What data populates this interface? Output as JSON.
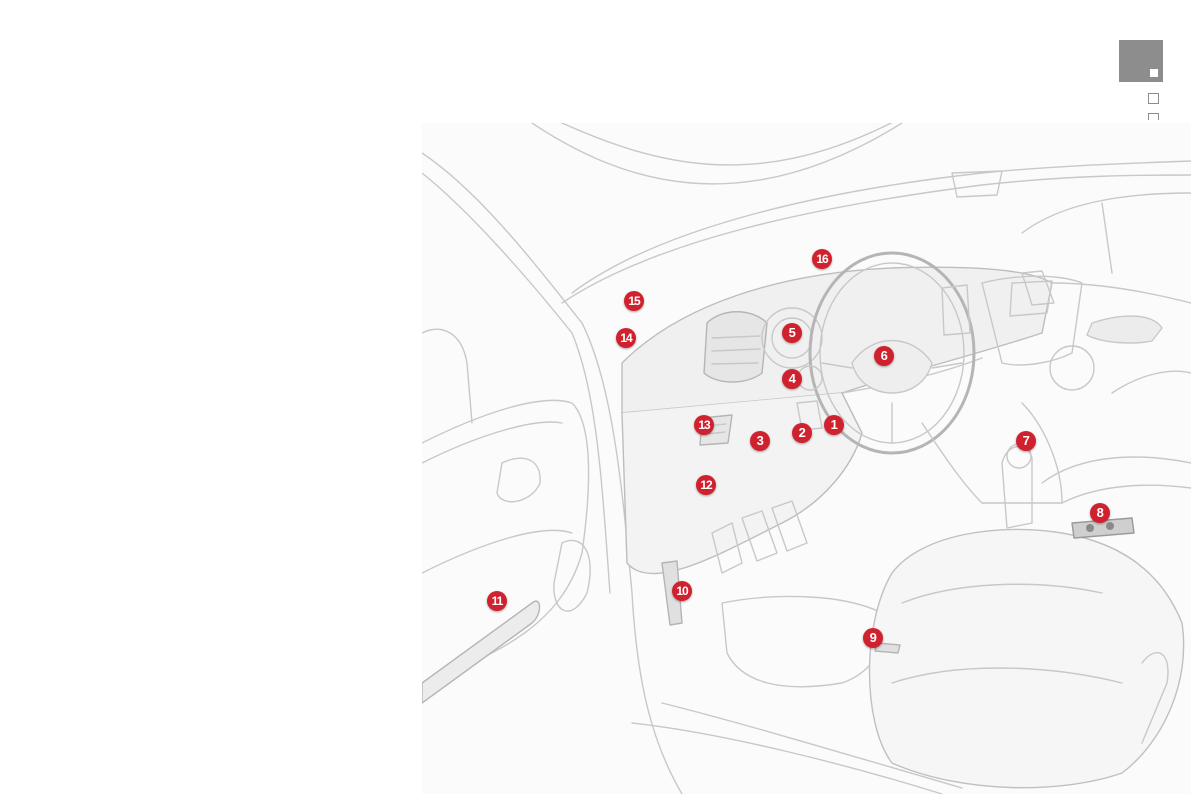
{
  "diagram": {
    "callouts": [
      {
        "id": "1",
        "label": "1"
      },
      {
        "id": "2",
        "label": "2"
      },
      {
        "id": "3",
        "label": "3"
      },
      {
        "id": "4",
        "label": "4"
      },
      {
        "id": "5",
        "label": "5"
      },
      {
        "id": "6",
        "label": "6"
      },
      {
        "id": "7",
        "label": "7"
      },
      {
        "id": "8",
        "label": "8"
      },
      {
        "id": "9",
        "label": "9"
      },
      {
        "id": "10",
        "label": "10"
      },
      {
        "id": "11",
        "label": "11"
      },
      {
        "id": "12",
        "label": "12"
      },
      {
        "id": "13",
        "label": "13"
      },
      {
        "id": "14",
        "label": "14"
      },
      {
        "id": "15",
        "label": "15"
      },
      {
        "id": "16",
        "label": "16"
      }
    ]
  },
  "colors": {
    "callout": "#d0212f",
    "line_art": "#c8c8c8",
    "panel_fill": "#f4f4f4",
    "chapter_tab": "#8d8d8d"
  },
  "navigation": {
    "chapter_tab_icon": "filled-square-tab-icon",
    "page_marker_icons": [
      "empty-square-icon",
      "empty-square-icon"
    ]
  }
}
